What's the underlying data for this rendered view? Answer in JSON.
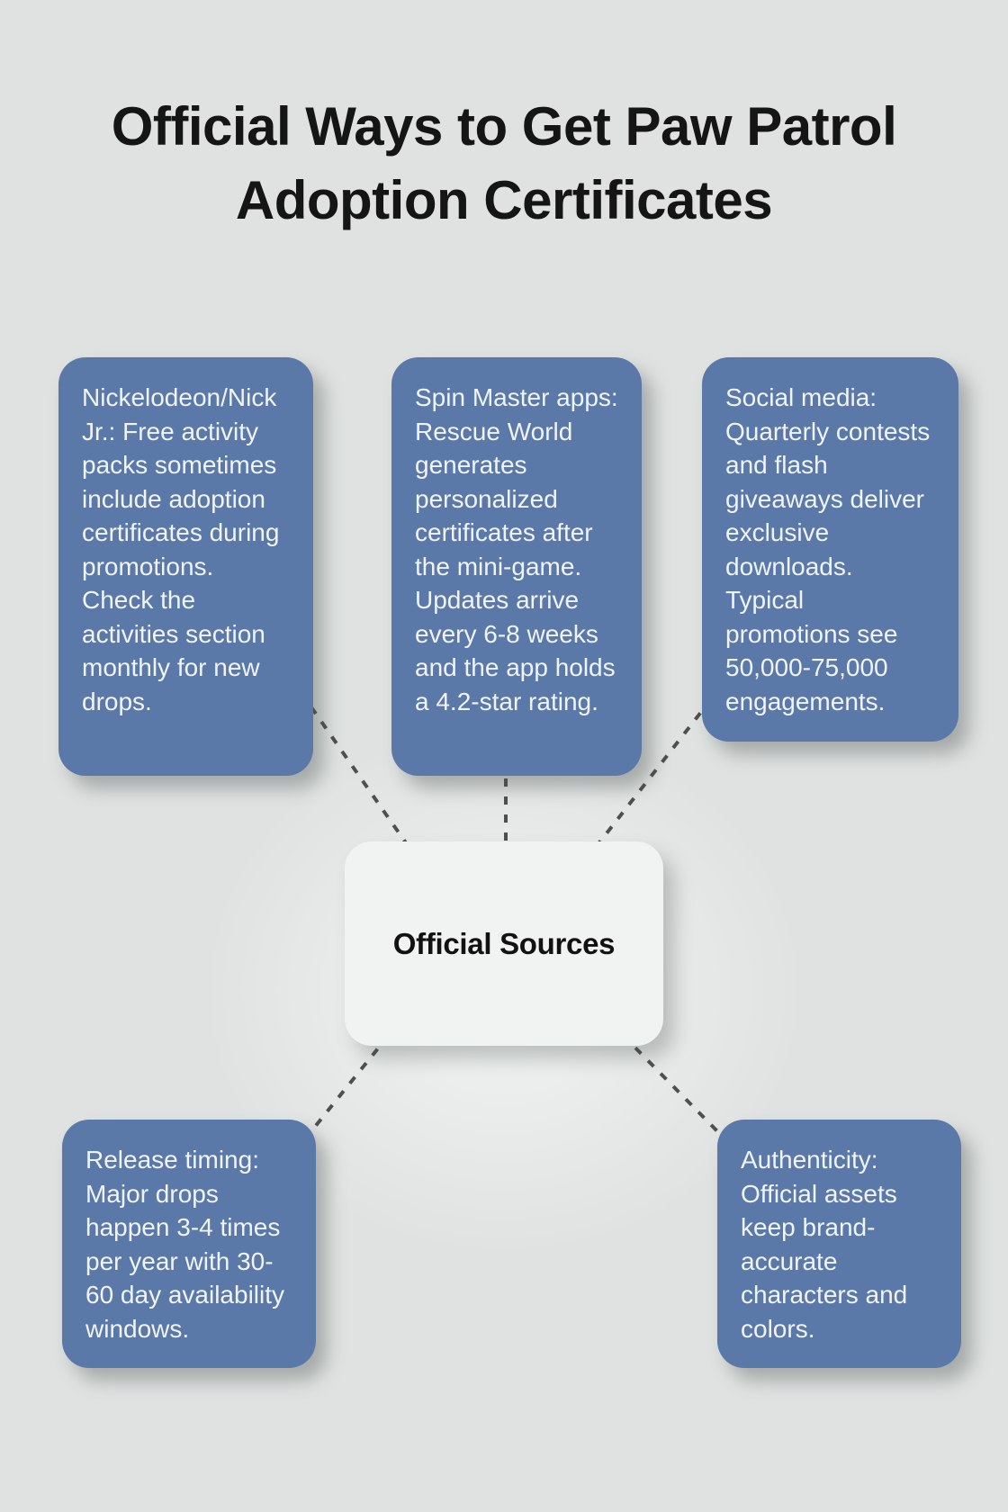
{
  "title": {
    "line1": "Official Ways to Get Paw Patrol",
    "line2": "Adoption Certificates"
  },
  "center": {
    "label": "Official Sources"
  },
  "nodes": [
    {
      "id": "nickelodeon",
      "text": "Nickelodeon/Nick Jr.: Free activity packs sometimes include adoption certificates during promotions. Check the activities section monthly for new drops."
    },
    {
      "id": "spin-master-apps",
      "text": "Spin Master apps: Rescue World generates personalized certificates after the mini-game. Updates arrive every 6-8 weeks and the app holds a 4.2-star rating."
    },
    {
      "id": "social-media",
      "text": "Social media: Quarterly contests and flash giveaways deliver exclusive downloads. Typical promotions see 50,000-75,000 engagements."
    },
    {
      "id": "release-timing",
      "text": "Release timing: Major drops happen 3-4 times per year with 30-60 day availability windows."
    },
    {
      "id": "authenticity",
      "text": "Authenticity: Official assets keep brand-accurate characters and colors."
    }
  ],
  "colors": {
    "background": "#dfe2e1",
    "node_fill": "#5b79a8",
    "node_text": "#f0f3f8",
    "center_fill": "#f1f3f2",
    "title_text": "#151515",
    "connector": "#4d504f"
  }
}
